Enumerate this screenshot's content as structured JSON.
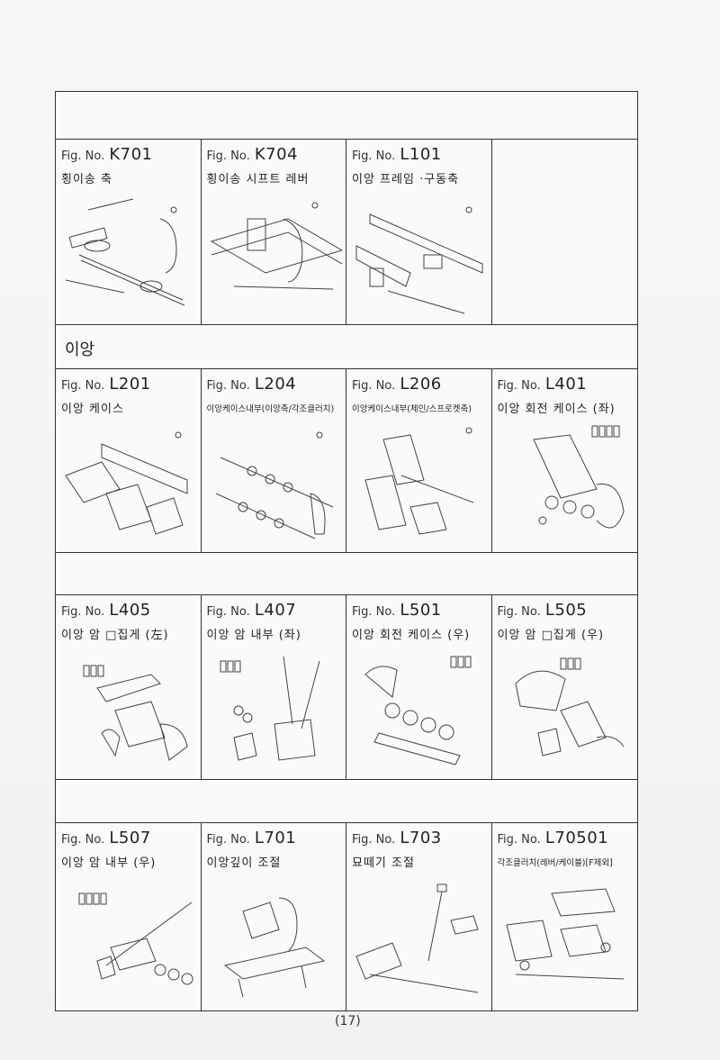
{
  "section": "이앙",
  "page_number": "(17)",
  "rows": [
    [
      {
        "prefix": "Fig. No.",
        "code": "K701",
        "title": "횡이송 축"
      },
      {
        "prefix": "Fig. No.",
        "code": "K704",
        "title": "횡이송 시프트 레버"
      },
      {
        "prefix": "Fig. No.",
        "code": "L101",
        "title": "이앙 프레임 ·구동축"
      }
    ],
    [
      {
        "prefix": "Fig. No.",
        "code": "L201",
        "title": "이앙 케이스"
      },
      {
        "prefix": "Fig. No.",
        "code": "L204",
        "title": "이앙케이스내부(이앙축/각조클러치)"
      },
      {
        "prefix": "Fig. No.",
        "code": "L206",
        "title": "이앙케이스내부(체인/스프로켓축)"
      },
      {
        "prefix": "Fig. No.",
        "code": "L401",
        "title": "이앙 회전 케이스 (좌)"
      }
    ],
    [
      {
        "prefix": "Fig. No.",
        "code": "L405",
        "title": "이앙 암 □집게 (左)"
      },
      {
        "prefix": "Fig. No.",
        "code": "L407",
        "title": "이앙 암 내부 (좌)"
      },
      {
        "prefix": "Fig. No.",
        "code": "L501",
        "title": "이앙 회전 케이스 (우)"
      },
      {
        "prefix": "Fig. No.",
        "code": "L505",
        "title": "이앙 암 □집게 (우)"
      }
    ],
    [
      {
        "prefix": "Fig. No.",
        "code": "L507",
        "title": "이앙 암 내부 (우)"
      },
      {
        "prefix": "Fig. No.",
        "code": "L701",
        "title": "이앙깊이 조절"
      },
      {
        "prefix": "Fig. No.",
        "code": "L703",
        "title": "묘떼기 조절"
      },
      {
        "prefix": "Fig. No.",
        "code": "L70501",
        "title": "각조클러치(레버/케이블)[F제외]"
      }
    ]
  ]
}
